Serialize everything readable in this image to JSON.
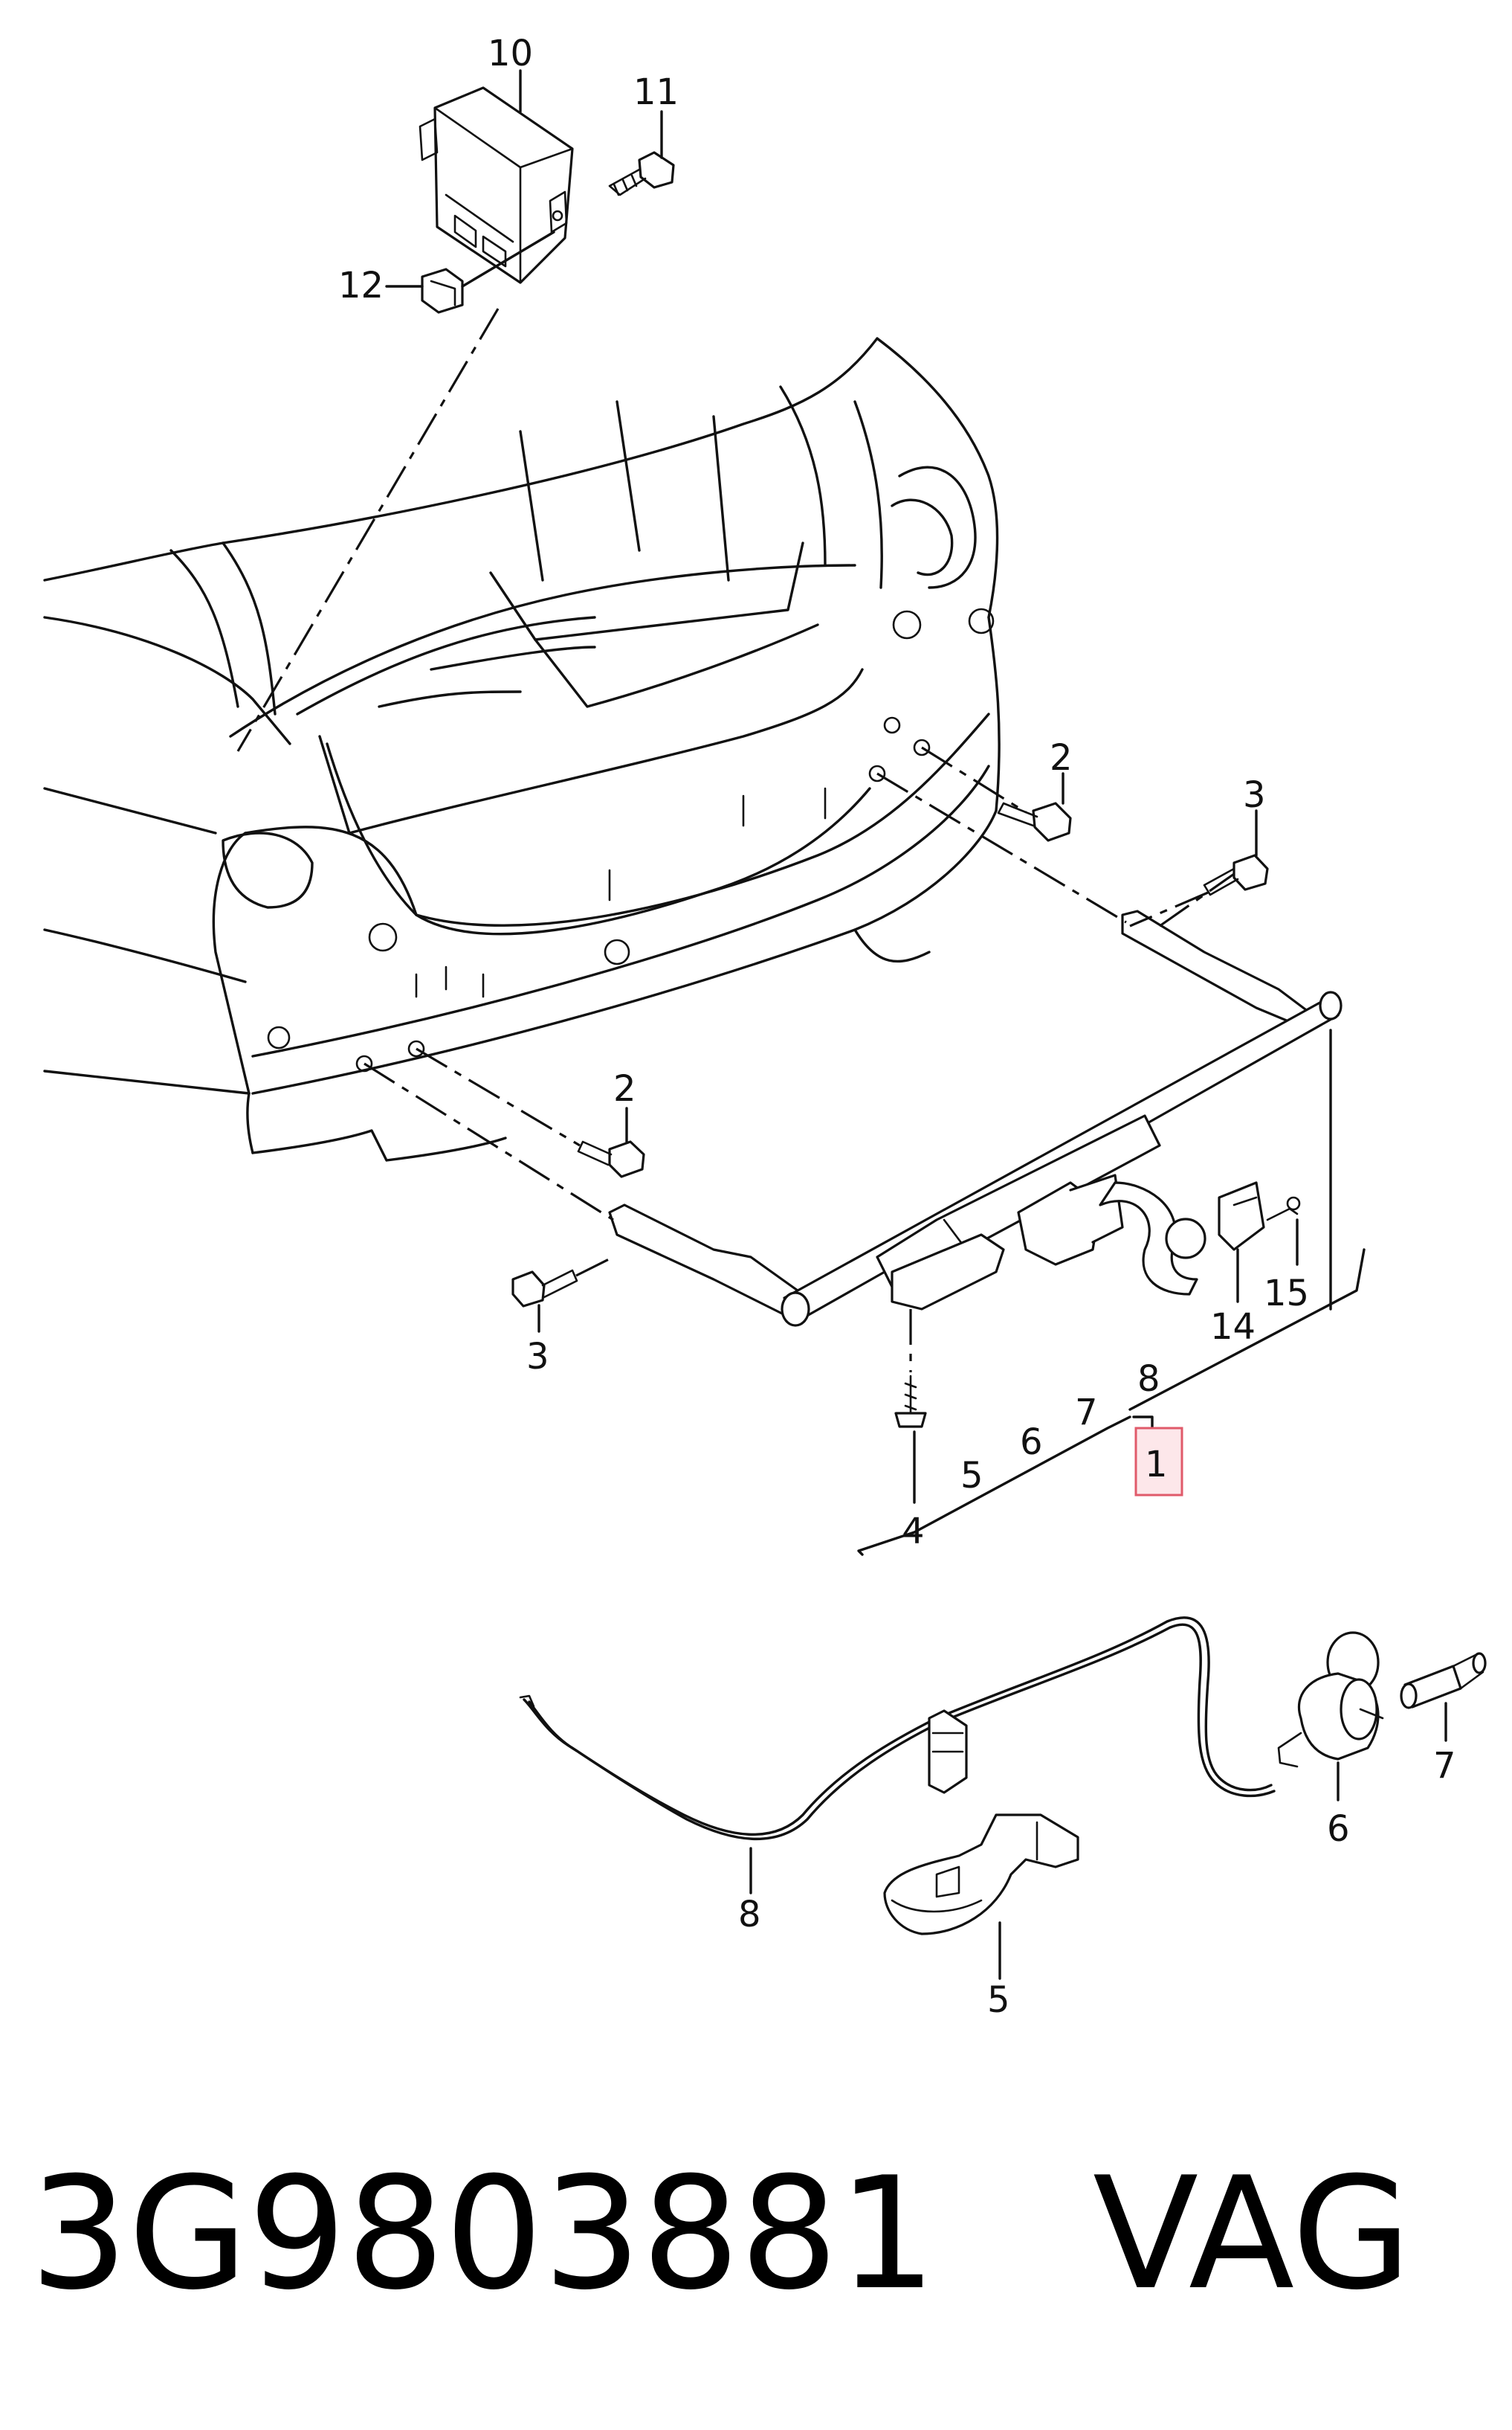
{
  "diagram": {
    "callouts": [
      {
        "id": "c10",
        "label": "10"
      },
      {
        "id": "c11",
        "label": "11"
      },
      {
        "id": "c12",
        "label": "12"
      },
      {
        "id": "c2a",
        "label": "2"
      },
      {
        "id": "c3a",
        "label": "3"
      },
      {
        "id": "c2b",
        "label": "2"
      },
      {
        "id": "c3b",
        "label": "3"
      },
      {
        "id": "c15",
        "label": "15"
      },
      {
        "id": "c14",
        "label": "14"
      },
      {
        "id": "c8a",
        "label": "8"
      },
      {
        "id": "c7a",
        "label": "7"
      },
      {
        "id": "c6a",
        "label": "6"
      },
      {
        "id": "c5a",
        "label": "5"
      },
      {
        "id": "c4",
        "label": "4"
      },
      {
        "id": "c1",
        "label": "1",
        "highlighted": true
      },
      {
        "id": "c7b",
        "label": "7"
      },
      {
        "id": "c6b",
        "label": "6"
      },
      {
        "id": "c8b",
        "label": "8"
      },
      {
        "id": "c5b",
        "label": "5"
      }
    ],
    "highlight_color": "#e05a6a",
    "highlight_fill": "#fde7ea"
  },
  "footer": {
    "part_number": "3G9803881",
    "brand": "VAG"
  }
}
